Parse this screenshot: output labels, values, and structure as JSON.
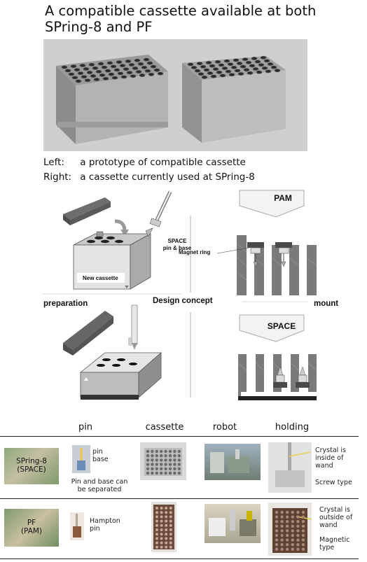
{
  "title": "A compatible cassette available at both SPring-8 and PF",
  "captions": {
    "left_key": "Left:",
    "left_text": "a prototype of  compatible cassette",
    "right_key": "Right:",
    "right_text": "a cassette currently used at SPring-8"
  },
  "diagram": {
    "space_pin_base": [
      "SPACE",
      "pin & base"
    ],
    "new_cassette": "New cassette",
    "preparation": "preparation",
    "design_concept": "Design concept",
    "mount": "mount",
    "pam": "PAM",
    "space": "SPACE",
    "magnet_ring": "Magnet ring"
  },
  "table": {
    "headers": [
      "pin",
      "cassette",
      "robot",
      "holding"
    ],
    "rows": [
      {
        "facility": [
          "SPring-8",
          "(SPACE)"
        ],
        "pin_labels": [
          "pin",
          "base"
        ],
        "pin_note": [
          "Pin and base can",
          "be separated"
        ],
        "holding_note": [
          "Crystal is",
          "inside of",
          "wand"
        ],
        "holding_type": "Screw type"
      },
      {
        "facility": [
          "PF",
          "(PAM)"
        ],
        "pin_labels": [
          "Hampton",
          "pin"
        ],
        "holding_note": [
          "Crystal is",
          "outside of",
          "wand"
        ],
        "holding_type": [
          "Magnetic",
          "type"
        ]
      }
    ]
  },
  "colors": {
    "metal": "#b9b9b9",
    "dark_gray": "#5a5a5a",
    "cassette_brown": "#6b4a3a",
    "pin_blue": "#6c8bb8"
  }
}
